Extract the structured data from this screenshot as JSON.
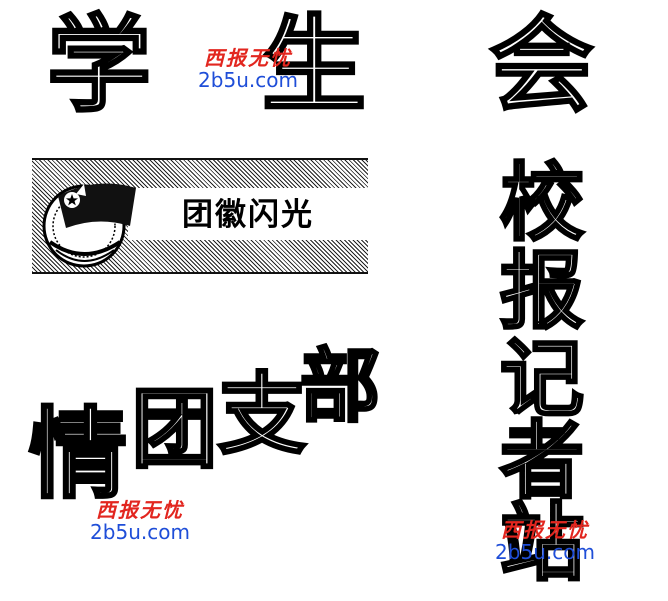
{
  "heading": {
    "chars": [
      "学",
      "生",
      "会"
    ]
  },
  "banner": {
    "title": "团徽闪光"
  },
  "left_column": {
    "chars": [
      "情",
      "团",
      "支",
      "部"
    ]
  },
  "right_column": {
    "chars": [
      "校",
      "报",
      "记",
      "者",
      "站"
    ]
  },
  "watermarks": [
    {
      "cn": "西报无忧",
      "en": "2b5u.com"
    },
    {
      "cn": "西报无忧",
      "en": "2b5u.com"
    },
    {
      "cn": "西报无忧",
      "en": "2b5u.com"
    }
  ],
  "colors": {
    "ink": "#000000",
    "paper": "#ffffff",
    "watermark_red": "#e2261f",
    "watermark_blue": "#1f4ed8"
  }
}
